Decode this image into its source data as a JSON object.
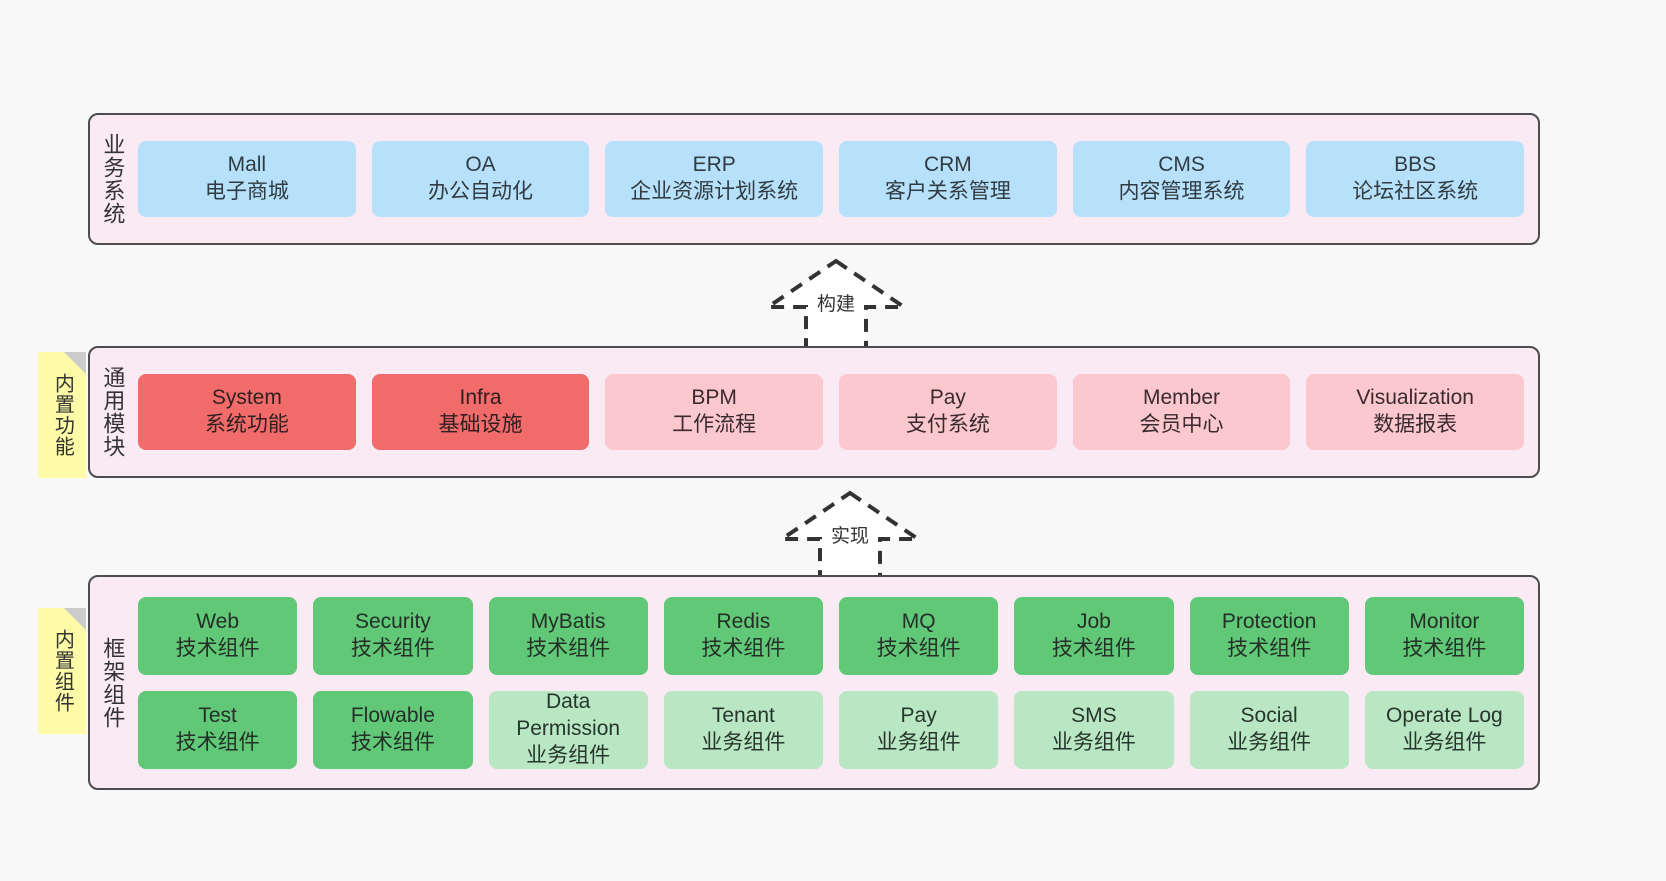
{
  "diagram": {
    "background": "#f8f8f8",
    "layer_fill": "#f9eaf4",
    "layer_border": "#4d4d4d",
    "sticky_fill": "#fdfaa8"
  },
  "layers": [
    {
      "id": "business",
      "title": "业务系统",
      "rows": [
        {
          "nodes": [
            {
              "name": "Mall",
              "desc": "电子商城",
              "style": "blue"
            },
            {
              "name": "OA",
              "desc": "办公自动化",
              "style": "blue"
            },
            {
              "name": "ERP",
              "desc": "企业资源计划系统",
              "style": "blue"
            },
            {
              "name": "CRM",
              "desc": "客户关系管理",
              "style": "blue"
            },
            {
              "name": "CMS",
              "desc": "内容管理系统",
              "style": "blue"
            },
            {
              "name": "BBS",
              "desc": "论坛社区系统",
              "style": "blue"
            }
          ]
        }
      ]
    },
    {
      "id": "common",
      "title": "通用模块",
      "sticky": "内置功能",
      "rows": [
        {
          "nodes": [
            {
              "name": "System",
              "desc": "系统功能",
              "style": "red"
            },
            {
              "name": "Infra",
              "desc": "基础设施",
              "style": "red"
            },
            {
              "name": "BPM",
              "desc": "工作流程",
              "style": "pink"
            },
            {
              "name": "Pay",
              "desc": "支付系统",
              "style": "pink"
            },
            {
              "name": "Member",
              "desc": "会员中心",
              "style": "pink"
            },
            {
              "name": "Visualization",
              "desc": "数据报表",
              "style": "pink"
            }
          ]
        }
      ]
    },
    {
      "id": "framework",
      "title": "框架组件",
      "sticky": "内置组件",
      "rows": [
        {
          "nodes": [
            {
              "name": "Web",
              "desc": "技术组件",
              "style": "green"
            },
            {
              "name": "Security",
              "desc": "技术组件",
              "style": "green"
            },
            {
              "name": "MyBatis",
              "desc": "技术组件",
              "style": "green"
            },
            {
              "name": "Redis",
              "desc": "技术组件",
              "style": "green"
            },
            {
              "name": "MQ",
              "desc": "技术组件",
              "style": "green"
            },
            {
              "name": "Job",
              "desc": "技术组件",
              "style": "green"
            },
            {
              "name": "Protection",
              "desc": "技术组件",
              "style": "green"
            },
            {
              "name": "Monitor",
              "desc": "技术组件",
              "style": "green"
            }
          ]
        },
        {
          "nodes": [
            {
              "name": "Test",
              "desc": "技术组件",
              "style": "green"
            },
            {
              "name": "Flowable",
              "desc": "技术组件",
              "style": "green"
            },
            {
              "name": "Data Permission",
              "desc": "业务组件",
              "style": "green-light"
            },
            {
              "name": "Tenant",
              "desc": "业务组件",
              "style": "green-light"
            },
            {
              "name": "Pay",
              "desc": "业务组件",
              "style": "green-light"
            },
            {
              "name": "SMS",
              "desc": "业务组件",
              "style": "green-light"
            },
            {
              "name": "Social",
              "desc": "业务组件",
              "style": "green-light"
            },
            {
              "name": "Operate Log",
              "desc": "业务组件",
              "style": "green-light"
            }
          ]
        }
      ]
    }
  ],
  "arrows": [
    {
      "id": "build",
      "label": "构建",
      "from": "common",
      "to": "business"
    },
    {
      "id": "realize",
      "label": "实现",
      "from": "framework",
      "to": "common"
    }
  ]
}
